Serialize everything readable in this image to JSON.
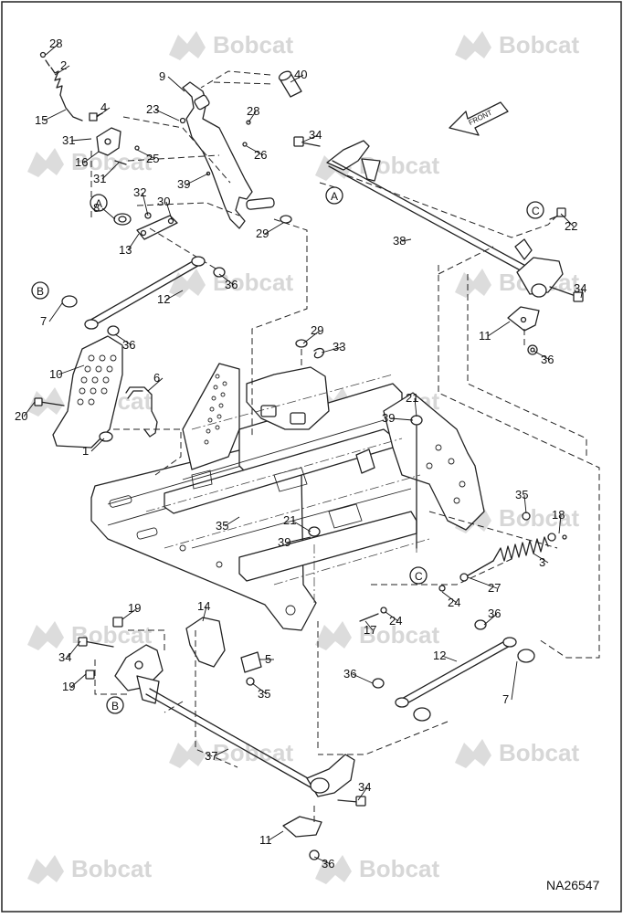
{
  "watermark": {
    "brand": "Bobcat"
  },
  "figure_code": "NA26547",
  "direction": {
    "text": "FRONT"
  },
  "callouts": [
    "28",
    "2",
    "15",
    "4",
    "31",
    "16",
    "25",
    "31",
    "9",
    "40",
    "23",
    "28",
    "26",
    "39",
    "32",
    "30",
    "8",
    "13",
    "29",
    "36",
    "12",
    "7",
    "36",
    "34",
    "38",
    "22",
    "34",
    "11",
    "36",
    "29",
    "33",
    "10",
    "6",
    "20",
    "1",
    "21",
    "39",
    "35",
    "18",
    "35",
    "3",
    "21",
    "39",
    "27",
    "24",
    "17",
    "24",
    "36",
    "12",
    "7",
    "19",
    "14",
    "34",
    "19",
    "5",
    "35",
    "36",
    "37",
    "34",
    "11",
    "36"
  ],
  "reference_tags": [
    "A",
    "A",
    "B",
    "B",
    "C",
    "C"
  ]
}
